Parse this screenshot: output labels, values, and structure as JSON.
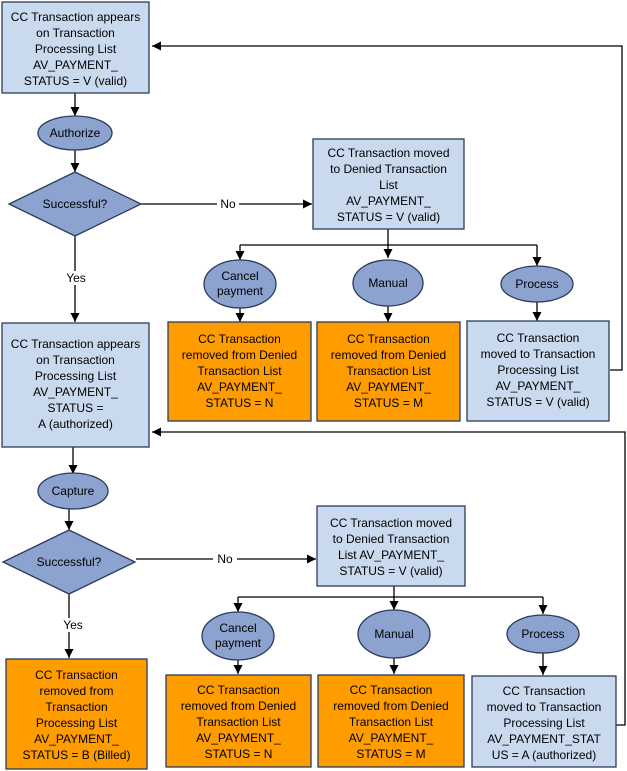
{
  "colors": {
    "box_blue": "#C9D9EE",
    "box_orange": "#FF9C00",
    "ellipse": "#8CA3CF",
    "diamond": "#8CA3CF",
    "stroke": "#2B3B5C",
    "line": "#000000"
  },
  "nodes": {
    "top_valid": [
      "CC Transaction appears",
      "on Transaction",
      "Processing List",
      "AV_PAYMENT_",
      "STATUS = V (valid)"
    ],
    "authorize": [
      "Authorize"
    ],
    "successful_1": [
      "Successful?"
    ],
    "denied_1": [
      "CC Transaction moved",
      "to Denied Transaction",
      "List",
      "AV_PAYMENT_",
      "STATUS = V (valid)"
    ],
    "cancel_1": [
      "Cancel",
      "payment"
    ],
    "manual_1": [
      "Manual"
    ],
    "process_1": [
      "Process"
    ],
    "removed_n_1": [
      "CC Transaction",
      "removed from Denied",
      "Transaction List",
      "AV_PAYMENT_",
      "STATUS = N"
    ],
    "removed_m_1": [
      "CC Transaction",
      "removed from Denied",
      "Transaction List",
      "AV_PAYMENT_",
      "STATUS = M"
    ],
    "moved_v_1": [
      "CC Transaction",
      "moved to Transaction",
      "Processing List",
      "AV_PAYMENT_",
      "STATUS = V (valid)"
    ],
    "authorized": [
      "CC Transaction appears",
      "on Transaction",
      "Processing List",
      "AV_PAYMENT_",
      "STATUS =",
      "A (authorized)"
    ],
    "capture": [
      "Capture"
    ],
    "successful_2": [
      "Successful?"
    ],
    "denied_2": [
      "CC Transaction moved",
      "to Denied Transaction",
      "List AV_PAYMENT_",
      "STATUS = V (valid)"
    ],
    "cancel_2": [
      "Cancel",
      "payment"
    ],
    "manual_2": [
      "Manual"
    ],
    "process_2": [
      "Process"
    ],
    "billed": [
      "CC Transaction",
      "removed from",
      "Transaction",
      "Processing List",
      "AV_PAYMENT_",
      "STATUS = B (Billed)"
    ],
    "removed_n_2": [
      "CC Transaction",
      "removed from Denied",
      "Transaction List",
      "AV_PAYMENT_",
      "STATUS = N"
    ],
    "removed_m_2": [
      "CC Transaction",
      "removed from Denied",
      "Transaction List",
      "AV_PAYMENT_",
      "STATUS = M"
    ],
    "moved_a_2": [
      "CC Transaction",
      "moved  to Transaction",
      "Processing List",
      "AV_PAYMENT_STAT",
      "US = A (authorized)"
    ]
  },
  "edge_labels": {
    "no_1": "No",
    "yes_1": "Yes",
    "no_2": "No",
    "yes_2": "Yes"
  }
}
